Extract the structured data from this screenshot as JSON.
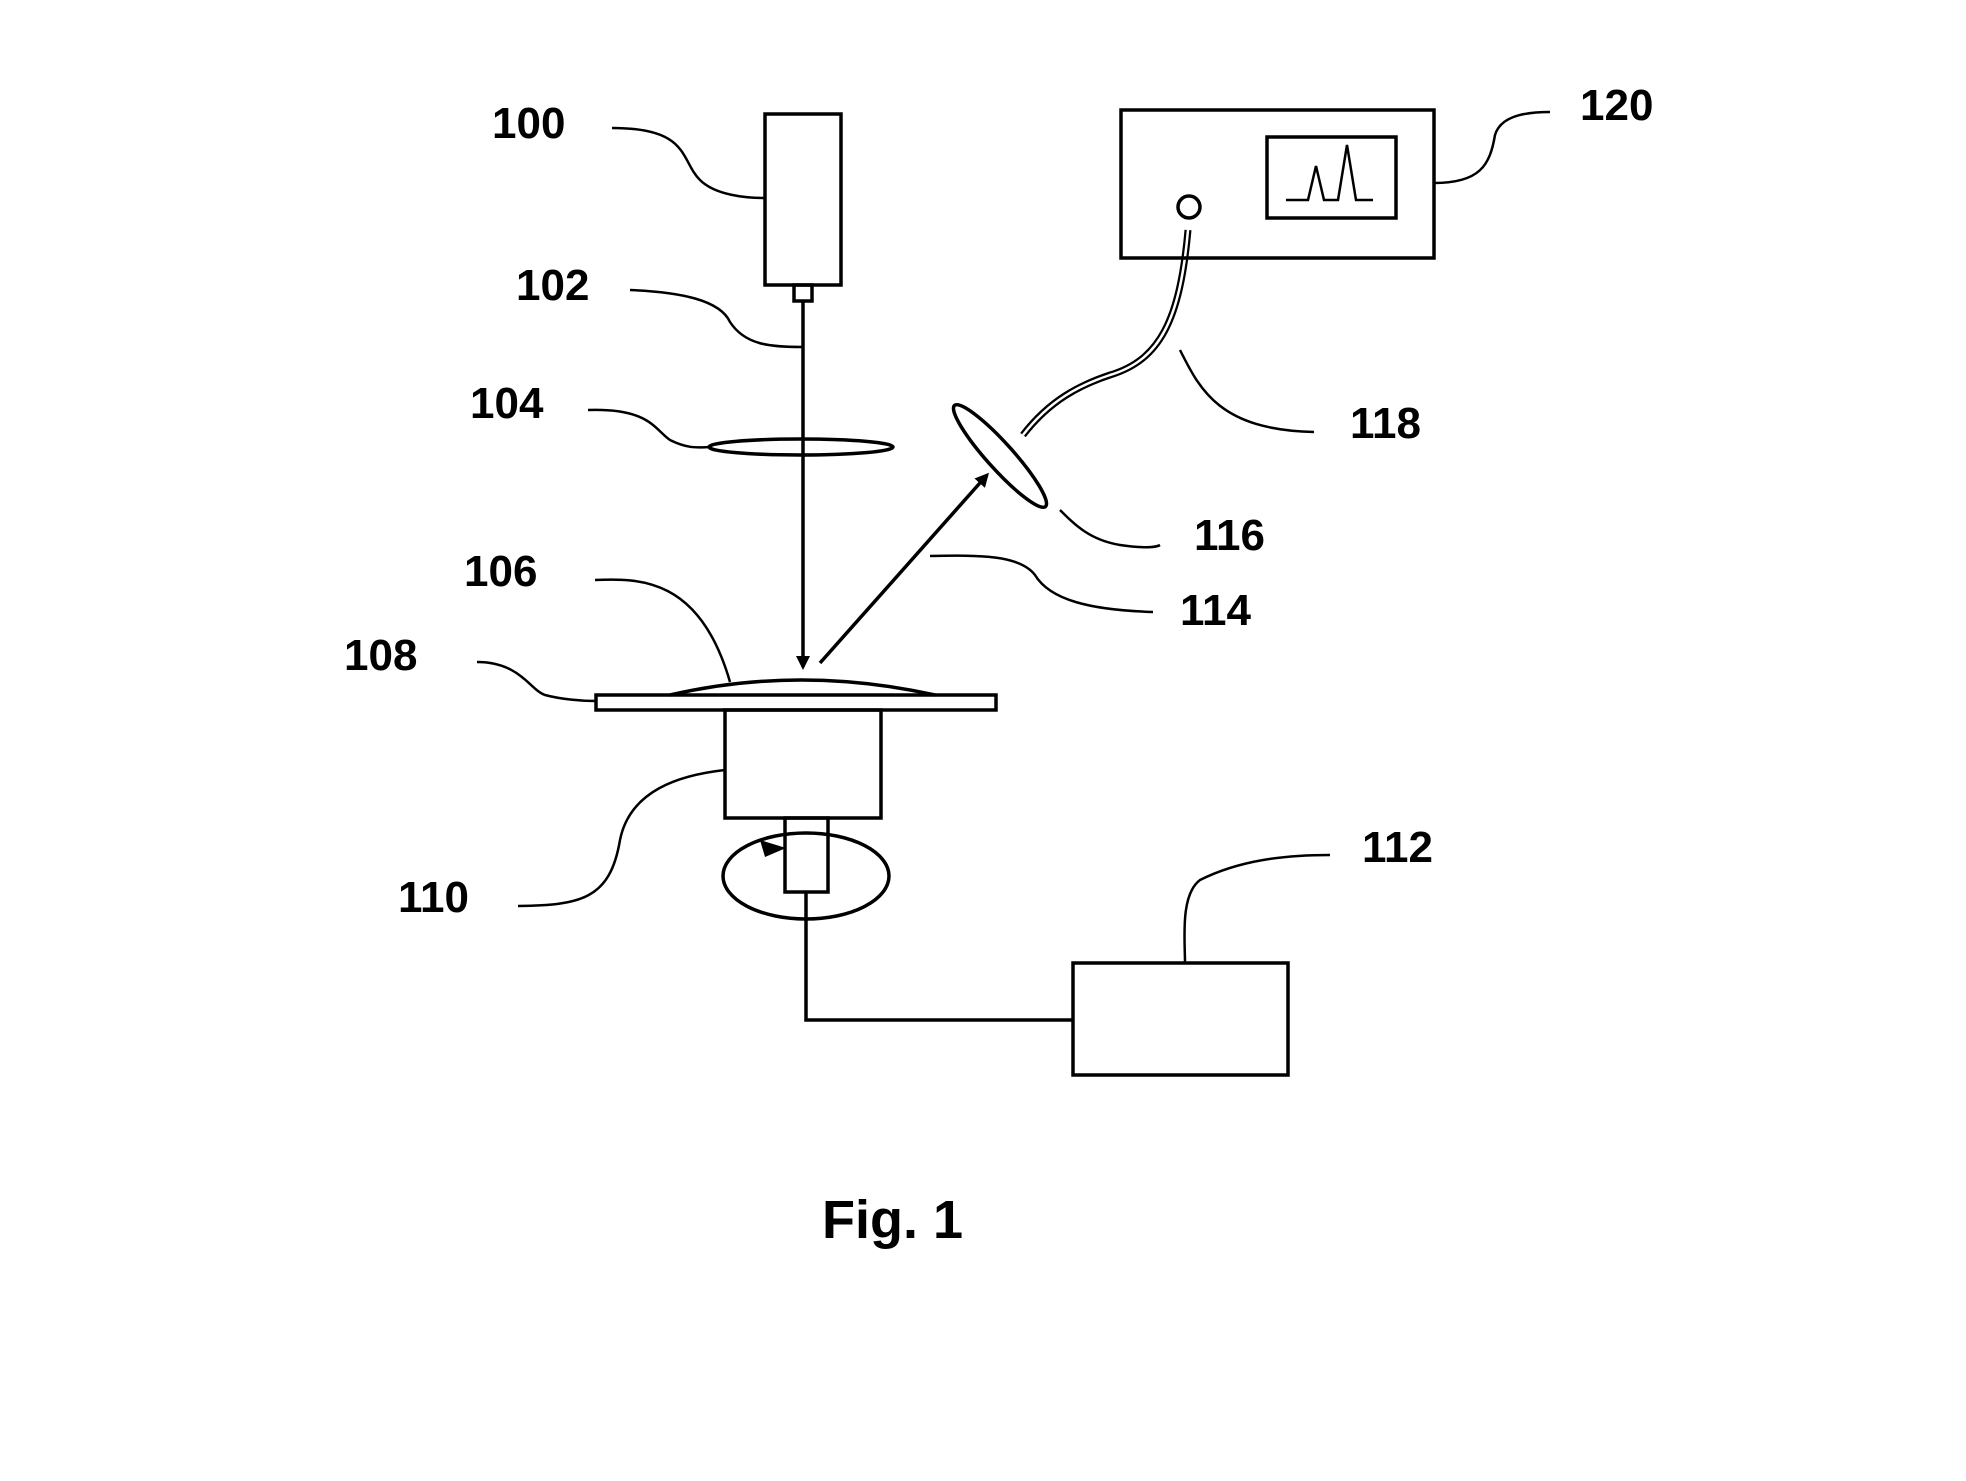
{
  "caption": "Fig. 1",
  "labels": {
    "laser_source": "100",
    "laser_beam": "102",
    "focusing_lens": "104",
    "sample": "106",
    "sample_holder": "108",
    "rotation_stage": "110",
    "controller": "112",
    "scattered_light": "114",
    "collection_lens": "116",
    "optical_fiber": "118",
    "spectrometer": "120"
  }
}
